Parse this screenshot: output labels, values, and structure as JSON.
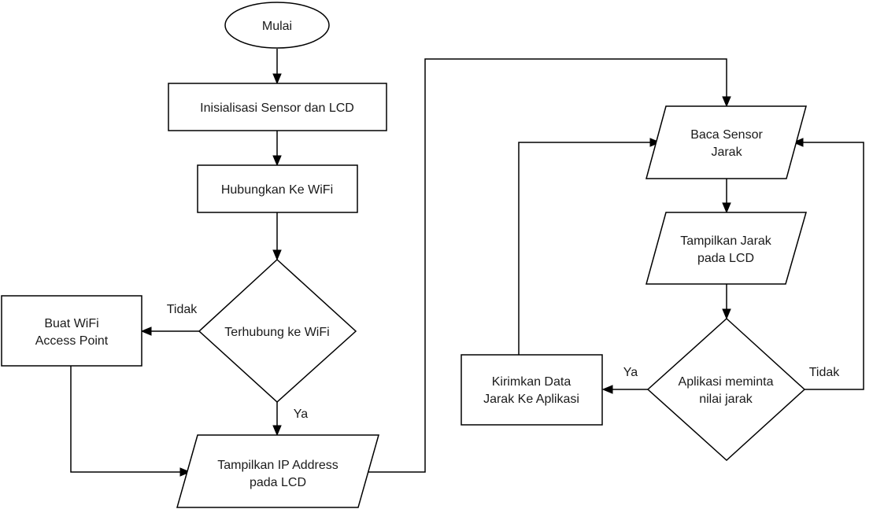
{
  "nodes": {
    "start": "Mulai",
    "init": "Inisialisasi Sensor dan LCD",
    "connect_wifi": "Hubungkan Ke WiFi",
    "check_wifi": "Terhubung ke WiFi",
    "create_ap": [
      "Buat WiFi",
      "Access Point"
    ],
    "show_ip": [
      "Tampilkan IP Address",
      "pada LCD"
    ],
    "read_sensor": [
      "Baca Sensor",
      "Jarak"
    ],
    "show_distance": [
      "Tampilkan Jarak",
      "pada LCD"
    ],
    "app_request": [
      "Aplikasi meminta",
      "nilai jarak"
    ],
    "send_data": [
      "Kirimkan Data",
      "Jarak Ke Aplikasi"
    ]
  },
  "edge_labels": {
    "wifi_no": "Tidak",
    "wifi_yes": "Ya",
    "app_yes": "Ya",
    "app_no": "Tidak"
  }
}
